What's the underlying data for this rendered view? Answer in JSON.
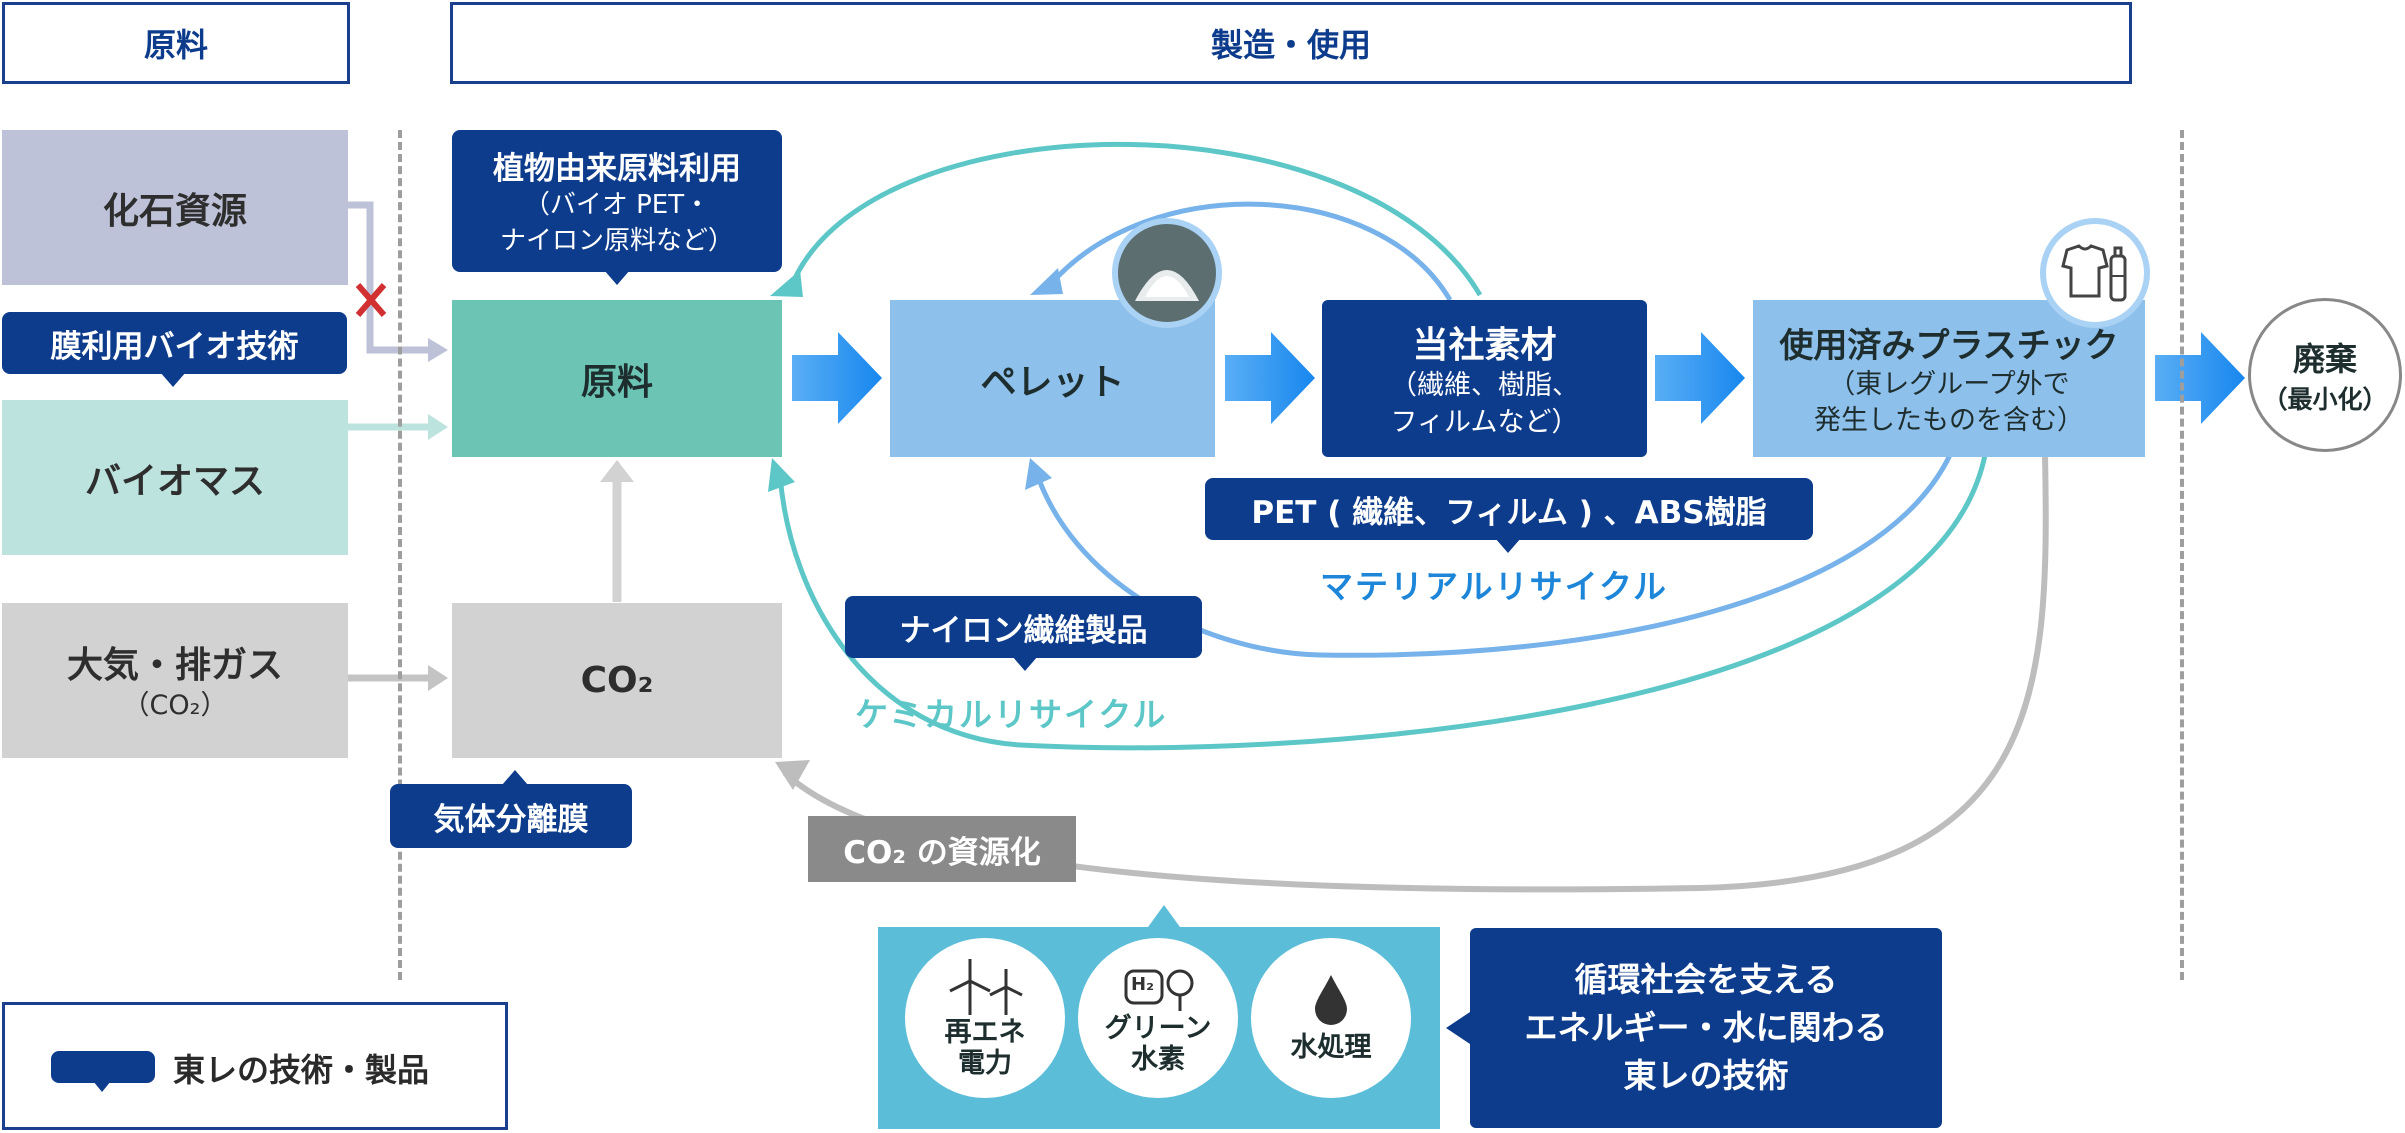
{
  "headers": {
    "raw_material": "原料",
    "manufacturing_use": "製造・使用"
  },
  "sources": {
    "fossil": "化石資源",
    "biomass": "バイオマス",
    "atmosphere": "大気・排ガス",
    "atmosphere_sub": "（CO₂）"
  },
  "tags": {
    "plant_material": "植物由来原料利用",
    "plant_material_sub": "（バイオ PET・\nナイロン原料など）",
    "membrane_bio": "膜利用バイオ技術",
    "gas_separation": "気体分離膜",
    "pet_abs": "PET ( 繊維、フィルム ) 、ABS樹脂",
    "nylon_fiber": "ナイロン繊維製品",
    "co2_resource": "CO₂ の資源化"
  },
  "process": {
    "raw_material": "原料",
    "pellet": "ペレット",
    "our_material": "当社素材",
    "our_material_sub": "（繊維、樹脂、\nフィルムなど）",
    "used_plastic": "使用済みプラスチック",
    "used_plastic_sub": "（東レグループ外で\n発生したものを含む）",
    "co2": "CO₂",
    "disposal": "廃棄",
    "disposal_sub": "（最小化）"
  },
  "labels": {
    "material_recycle": "マテリアルリサイクル",
    "chemical_recycle": "ケミカルリサイクル"
  },
  "tech": {
    "renewable": "再エネ\n電力",
    "green_h2": "グリーン\n水素",
    "water": "水処理",
    "h2_symbol": "H₂",
    "circular_title": "循環社会を支える\nエネルギー・水に関わる\n東レの技術"
  },
  "legend": {
    "label": "東レの技術・製品"
  },
  "icons": [
    "red-x-icon",
    "pellet-photo-icon",
    "clothes-bottle-icon",
    "wind-turbine-icon",
    "hydrogen-icon",
    "water-drop-icon",
    "callout-icon"
  ],
  "colors": {
    "navy": "#0e3c8c",
    "teal_box": "#6cc4b5",
    "light_teal": "#bde3de",
    "lavender": "#bec2d8",
    "gray_box": "#d2d2d2",
    "light_blue": "#8ec0ec",
    "arrow_blue": "#2a8df0",
    "chem_teal": "#5dc7c8",
    "mat_blue": "#77b3ea",
    "tech_bg": "#5cbdd8",
    "red_x": "#d23030"
  }
}
